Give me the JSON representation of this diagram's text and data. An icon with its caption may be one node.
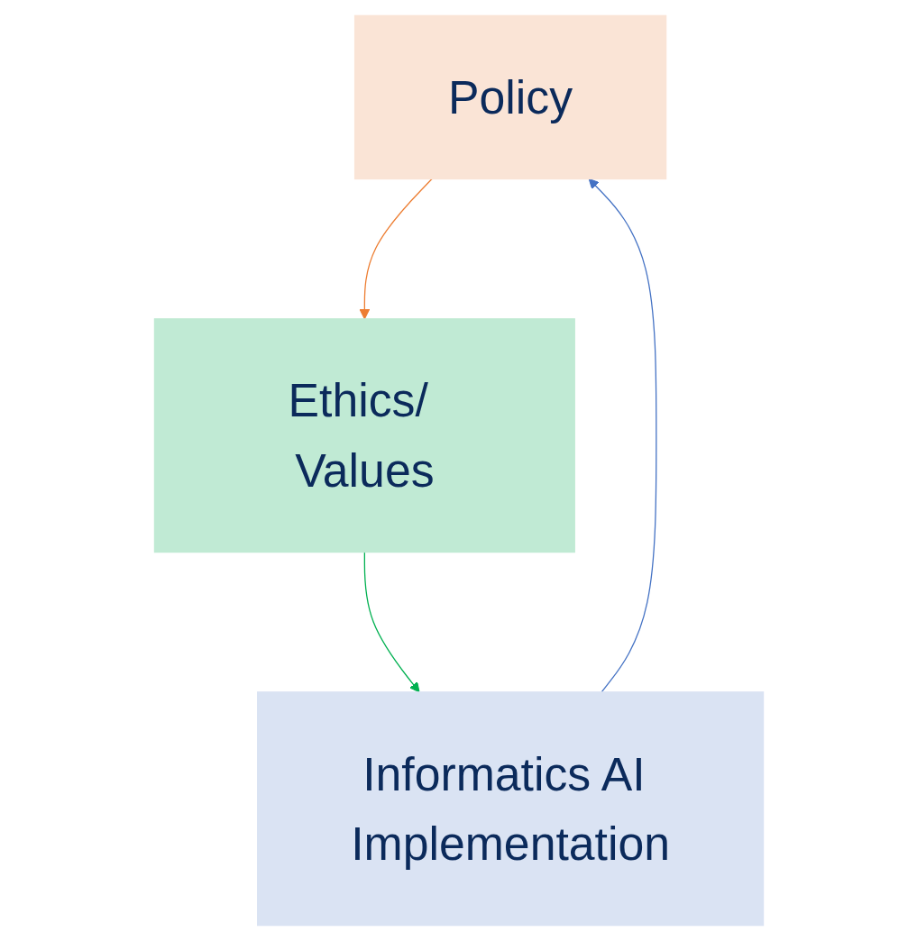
{
  "diagram": {
    "nodes": [
      {
        "text": [
          "Policy"
        ]
      },
      {
        "text": [
          "Ethics/ Values"
        ]
      },
      {
        "text": [
          "Informatics AI Implementation"
        ]
      }
    ],
    "edges": [
      {
        "from": 0,
        "to": 1,
        "arrow": "to",
        "color": "#ed7d31"
      },
      {
        "from": 1,
        "to": 2,
        "arrow": "to",
        "color": "#00b050"
      },
      {
        "from": 2,
        "to": 0,
        "arrow": "to",
        "color": "#4472c4"
      }
    ]
  }
}
